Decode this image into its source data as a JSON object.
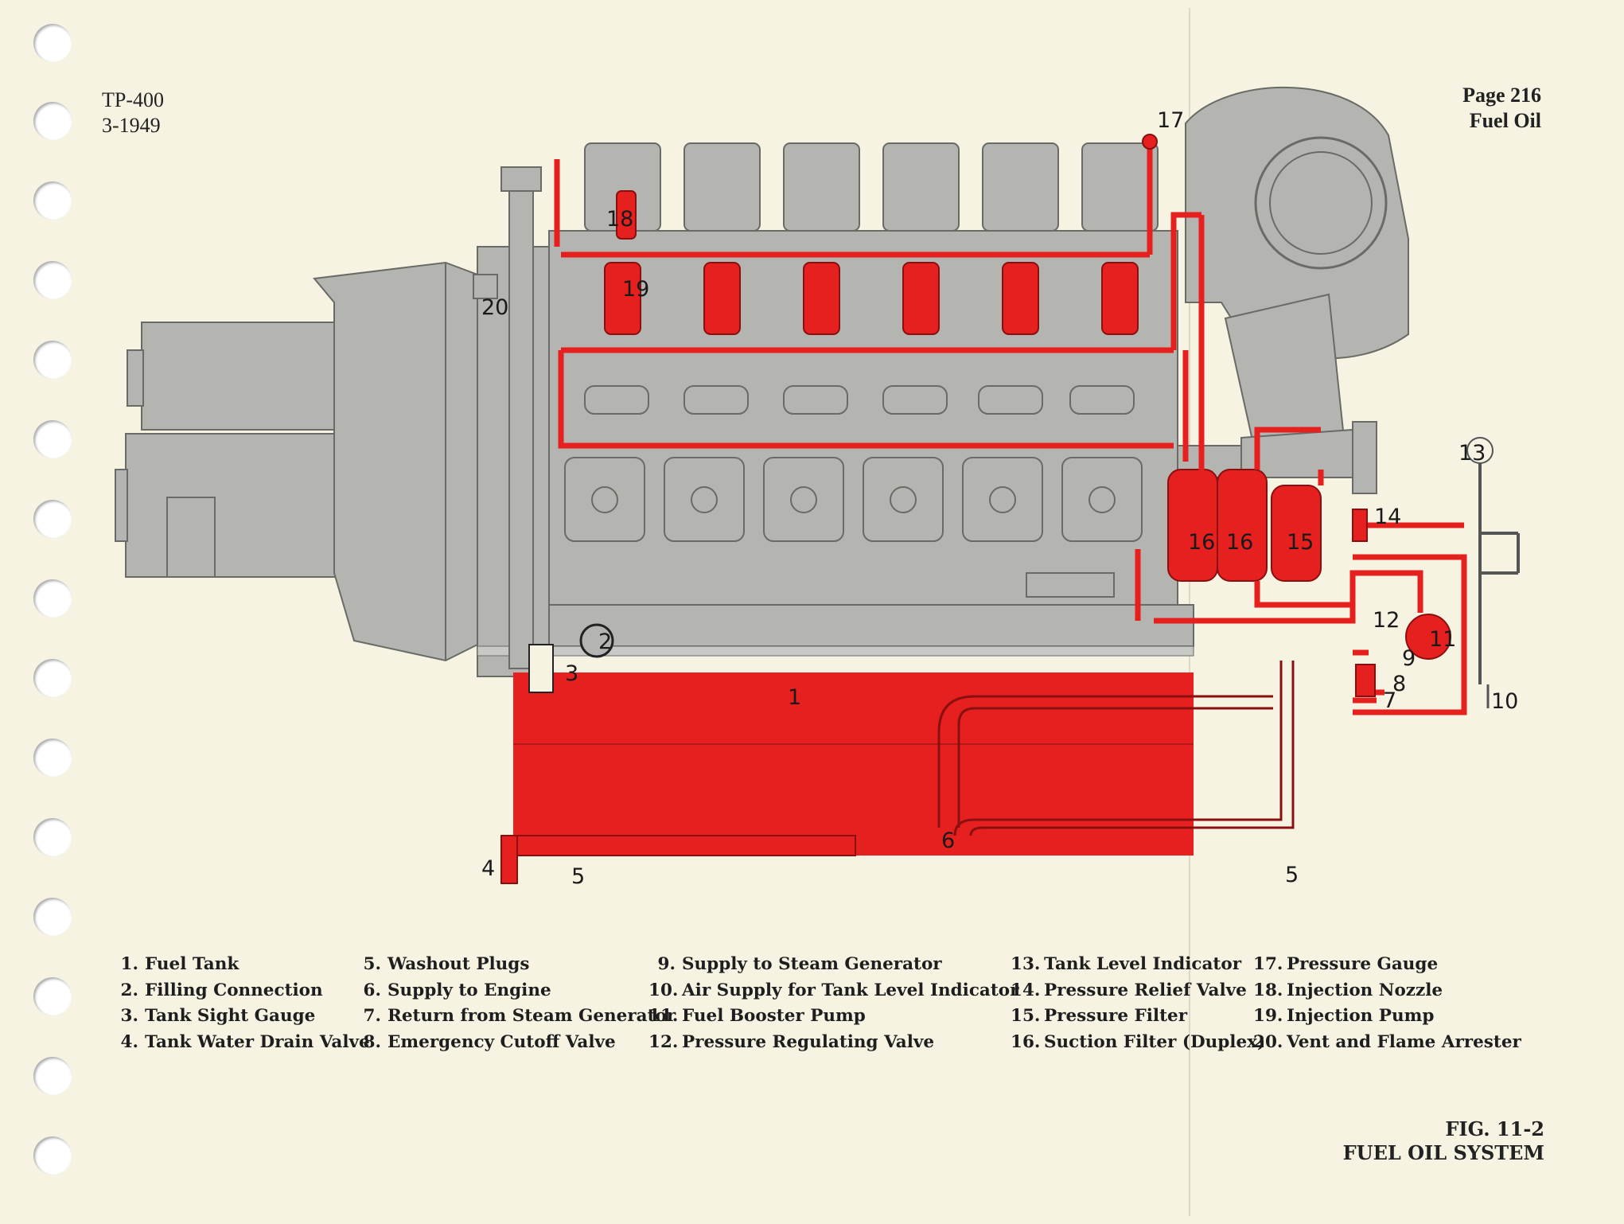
{
  "header": {
    "doc_number": "TP-400",
    "doc_date": "3-1949",
    "page_label": "Page 216",
    "section": "Fuel Oil"
  },
  "colors": {
    "fuel": "#e61f1f",
    "engine": "#b4b4b0",
    "paper": "#f6f3e2",
    "outline": "#6a6a66"
  },
  "callouts": [
    "1",
    "2",
    "3",
    "4",
    "5",
    "5",
    "6",
    "7",
    "8",
    "9",
    "10",
    "11",
    "12",
    "13",
    "14",
    "15",
    "16",
    "16",
    "17",
    "18",
    "19",
    "20"
  ],
  "legend": [
    {
      "num": "1.",
      "label": "Fuel Tank"
    },
    {
      "num": "2.",
      "label": "Filling Connection"
    },
    {
      "num": "3.",
      "label": "Tank Sight Gauge"
    },
    {
      "num": "4.",
      "label": "Tank Water Drain Valve"
    },
    {
      "num": "5.",
      "label": "Washout Plugs"
    },
    {
      "num": "6.",
      "label": "Supply to Engine"
    },
    {
      "num": "7.",
      "label": "Return from Steam Generator"
    },
    {
      "num": "8.",
      "label": "Emergency Cutoff Valve"
    },
    {
      "num": "9.",
      "label": "Supply to Steam Generator"
    },
    {
      "num": "10.",
      "label": "Air Supply for Tank Level Indicator"
    },
    {
      "num": "11.",
      "label": "Fuel Booster Pump"
    },
    {
      "num": "12.",
      "label": "Pressure Regulating Valve"
    },
    {
      "num": "13.",
      "label": "Tank Level Indicator"
    },
    {
      "num": "14.",
      "label": "Pressure Relief Valve"
    },
    {
      "num": "15.",
      "label": "Pressure Filter"
    },
    {
      "num": "16.",
      "label": "Suction Filter (Duplex)"
    },
    {
      "num": "17.",
      "label": "Pressure Gauge"
    },
    {
      "num": "18.",
      "label": "Injection Nozzle"
    },
    {
      "num": "19.",
      "label": "Injection Pump"
    },
    {
      "num": "20.",
      "label": "Vent and Flame Arrester"
    }
  ],
  "caption": {
    "figure": "FIG. 11-2",
    "title": "FUEL OIL SYSTEM"
  }
}
